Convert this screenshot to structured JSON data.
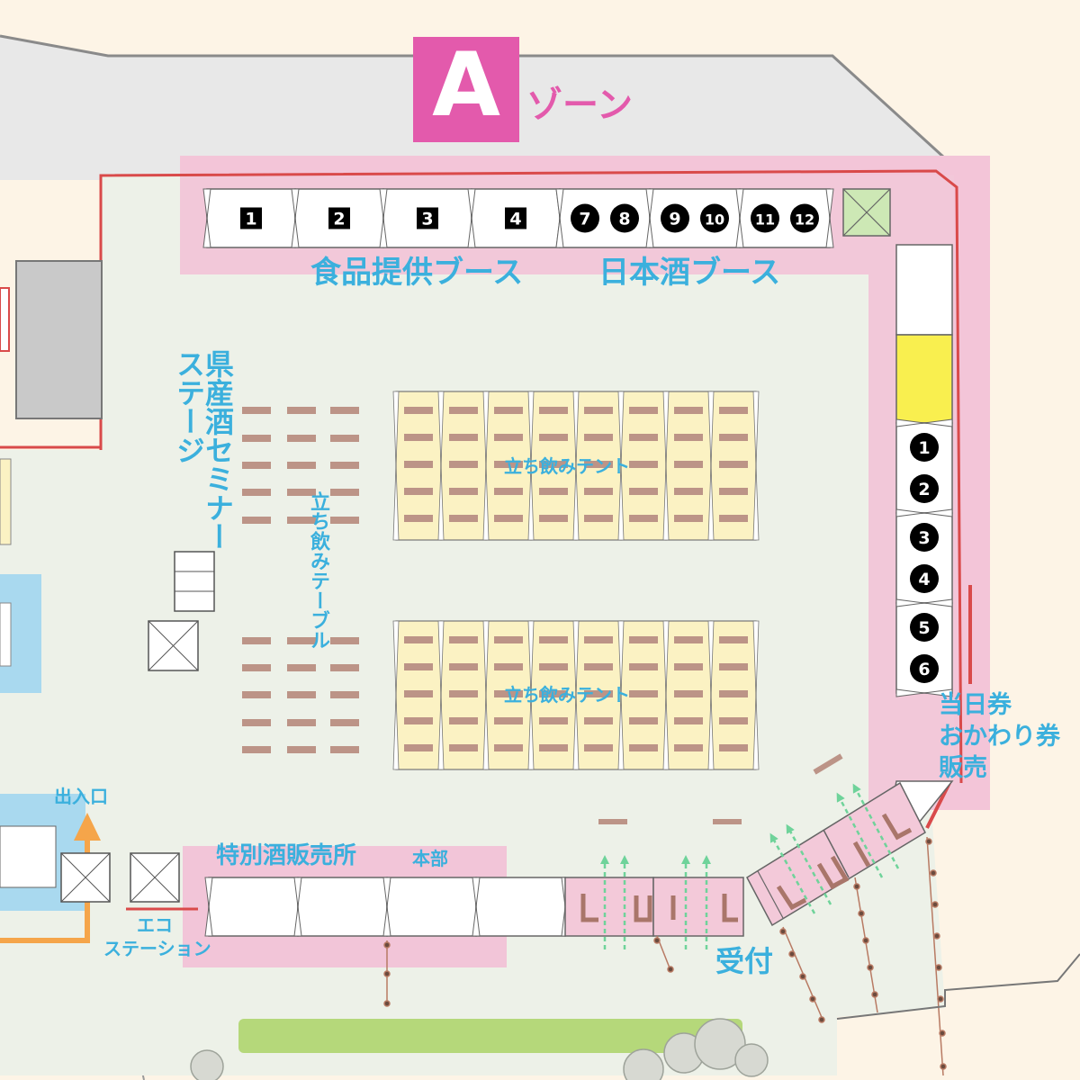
{
  "zone": {
    "letter": "A",
    "suffix": "ゾーン"
  },
  "labels": {
    "food_booth": "食品提供ブース",
    "sake_booth": "日本酒ブース",
    "seminar_stage": "県産酒セミナーステージ",
    "standing_table": "立ち飲みテーブル",
    "standing_tent": "立ち飲みテント",
    "ticket_sales": [
      "当日券",
      "おかわり券",
      "販売"
    ],
    "entrance": "出入口",
    "special_sake": "特別酒販売所",
    "hq": "本部",
    "eco_station": [
      "エコ",
      "ステーション"
    ],
    "reception": "受付"
  },
  "booths": {
    "food": [
      "1",
      "2",
      "3",
      "4"
    ],
    "sake": [
      "7",
      "8",
      "9",
      "10",
      "11",
      "12"
    ],
    "right": [
      "1",
      "2",
      "3",
      "4",
      "5",
      "6"
    ]
  },
  "colors": {
    "zone_pink": "#e35aac",
    "zone_area": "#f2c5d8",
    "label_blue": "#3bb0dd",
    "tent_yellow": "#fbf2c3",
    "highlight_yellow": "#f9ef4f",
    "fence_red": "#d94a4a",
    "arrow_green": "#7ad8a0",
    "arrow_orange": "#f5a54a",
    "table_brown": "#bc9487",
    "grass_green": "#b5d87a"
  }
}
